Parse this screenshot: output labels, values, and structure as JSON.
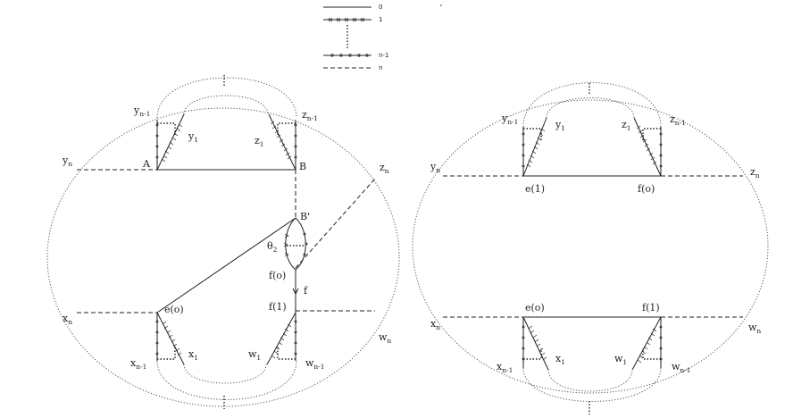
{
  "legend": [
    {
      "style": "solid",
      "label": "0"
    },
    {
      "style": "cross",
      "label": "1"
    },
    {
      "style": "bead",
      "label": "n-1"
    },
    {
      "style": "dashed",
      "label": "n"
    }
  ],
  "left": {
    "y_n1": {
      "base": "y",
      "sub": "n-1"
    },
    "z_n1": {
      "base": "z",
      "sub": "n-1"
    },
    "y_1": {
      "base": "y",
      "sub": "1"
    },
    "z_1": {
      "base": "z",
      "sub": "1"
    },
    "y_n": {
      "base": "y",
      "sub": "n"
    },
    "z_n": {
      "base": "z",
      "sub": "n"
    },
    "A": "A",
    "B": "B",
    "B_prime": "B'",
    "theta_2": {
      "base": "θ",
      "sub": "2"
    },
    "f_o": "f(o)",
    "f": "f",
    "f_1": "f(1)",
    "e_o": "e(o)",
    "x_n": {
      "base": "x",
      "sub": "n"
    },
    "w_n": {
      "base": "w",
      "sub": "n"
    },
    "x_1": {
      "base": "x",
      "sub": "1"
    },
    "w_1": {
      "base": "w",
      "sub": "1"
    },
    "x_n1": {
      "base": "x",
      "sub": "n-1"
    },
    "w_n1": {
      "base": "w",
      "sub": "n-1"
    }
  },
  "right": {
    "y_n1": {
      "base": "y",
      "sub": "n-1"
    },
    "z_n1": {
      "base": "z",
      "sub": "n-1"
    },
    "y_1": {
      "base": "y",
      "sub": "1"
    },
    "z_1": {
      "base": "z",
      "sub": "1"
    },
    "y_n": {
      "base": "y",
      "sub": "n"
    },
    "z_n": {
      "base": "z",
      "sub": "n"
    },
    "e_1": "e(1)",
    "f_o": "f(o)",
    "e_o": "e(o)",
    "f_1": "f(1)",
    "x_n": {
      "base": "x",
      "sub": "n"
    },
    "w_n": {
      "base": "w",
      "sub": "n"
    },
    "x_1": {
      "base": "x",
      "sub": "1"
    },
    "w_1": {
      "base": "w",
      "sub": "1"
    },
    "x_n1": {
      "base": "x",
      "sub": "n-1"
    },
    "w_n1": {
      "base": "w",
      "sub": "n-1"
    }
  }
}
